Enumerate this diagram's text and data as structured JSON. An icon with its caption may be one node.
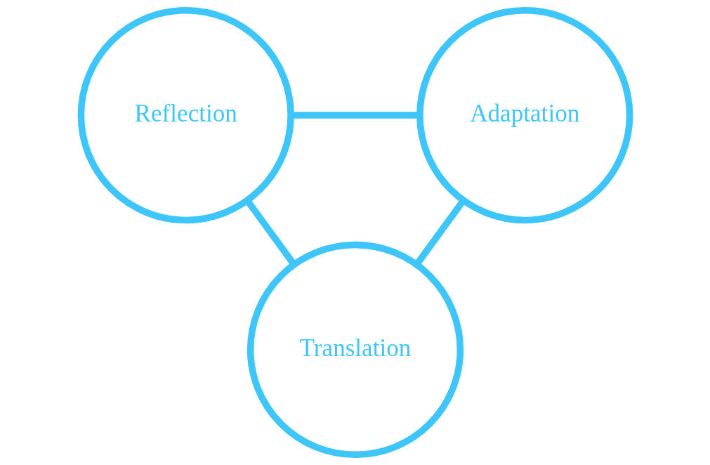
{
  "diagram": {
    "nodes": [
      {
        "text": [
          "Reflection"
        ]
      },
      {
        "text": [
          "Adaptation"
        ]
      },
      {
        "text": [
          "Translation"
        ]
      }
    ],
    "edges": [
      {
        "from": 0,
        "to": 1,
        "arrow": "none"
      },
      {
        "from": 0,
        "to": 2,
        "arrow": "none"
      },
      {
        "from": 1,
        "to": 2,
        "arrow": "none"
      }
    ]
  }
}
